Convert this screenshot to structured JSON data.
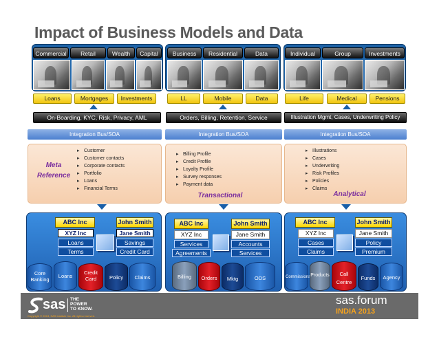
{
  "title": "Impact of Business Models and Data",
  "tabs": {
    "left": [
      "Commercial",
      "Retail",
      "Wealth",
      "Capital"
    ],
    "middle": [
      "Business",
      "Residential",
      "Data"
    ],
    "right": [
      "Individual",
      "Group",
      "Investments"
    ]
  },
  "products": {
    "left": [
      "Loans",
      "Mortgages",
      "Investments"
    ],
    "middle": [
      "LL",
      "Mobile",
      "Data"
    ],
    "right": [
      "Life",
      "Medical",
      "Pensions"
    ]
  },
  "processes": {
    "left": "On-Boarding, KYC, Risk, Privacy, AML",
    "middle": "Orders, Billing, Retention, Service",
    "right": "Illustration Mgmt, Cases, Underwriting Policy"
  },
  "integration_bus": "Integration Bus/SOA",
  "content": {
    "left": {
      "label_line1": "Meta",
      "label_line2": "Reference",
      "items": [
        "Customer",
        "Customer contacts",
        "Corporate contacts",
        "Portfolio",
        "Loans",
        "Financial Terms"
      ]
    },
    "middle": {
      "label": "Transactional",
      "items": [
        "Billing Profile",
        "Credit Profile",
        "Loyalty Profile",
        "Survey responses",
        "Payment data"
      ]
    },
    "right": {
      "label": "Analytical",
      "items": [
        "Illustrations",
        "Cases",
        "Underwriting",
        "Risk Profiles",
        "Policies",
        "Claims"
      ]
    }
  },
  "data": {
    "left": {
      "org": "ABC Inc",
      "person": "John Smith",
      "org2": "XYZ Inc",
      "person2": "Jane Smith",
      "item1": "Loans",
      "item2": "Savings",
      "item3": "Terms",
      "item4": "Credit Card",
      "stores": [
        "Core Banking",
        "Loans",
        "Credit Card",
        "Policy",
        "Claims"
      ]
    },
    "middle": {
      "org": "ABC Inc",
      "person": "John Smith",
      "org2": "XYZ Inc",
      "person2": "Jane Smith",
      "item1": "Services",
      "item2": "Accounts",
      "item3": "Agreements",
      "item4": "Services",
      "stores": [
        "Billing",
        "Orders",
        "Mktg",
        "ODS"
      ]
    },
    "right": {
      "org": "ABC Inc",
      "person": "John Smith",
      "org2": "XYZ Inc",
      "person2": "Jane Smith",
      "item1": "Cases",
      "item2": "Policy",
      "item3": "Claims",
      "item4": "Premium",
      "stores": [
        "Commissions",
        "Products",
        "Call Centre",
        "Funds",
        "Agency"
      ]
    }
  },
  "footer": {
    "sas_logo": "sas",
    "tagline_line1": "THE",
    "tagline_line2": "POWER",
    "tagline_line3": "TO KNOW.",
    "copyright": "Copyright © 2013, SAS Institute Inc. All rights reserved.",
    "event_line1": "sas.forum",
    "event_line2": "INDIA 2013"
  },
  "colors": {
    "title": "#5a5a5a",
    "panel_blue": "#1f64a8",
    "pill_yellow": "#f1c40f",
    "bus_blue": "#4b7fcf",
    "content_peach": "#f6cfae",
    "label_purple": "#7b2f9e",
    "db_red": "#e32128",
    "footer_grey": "#6a6a6a",
    "accent_orange": "#f7a31c"
  }
}
